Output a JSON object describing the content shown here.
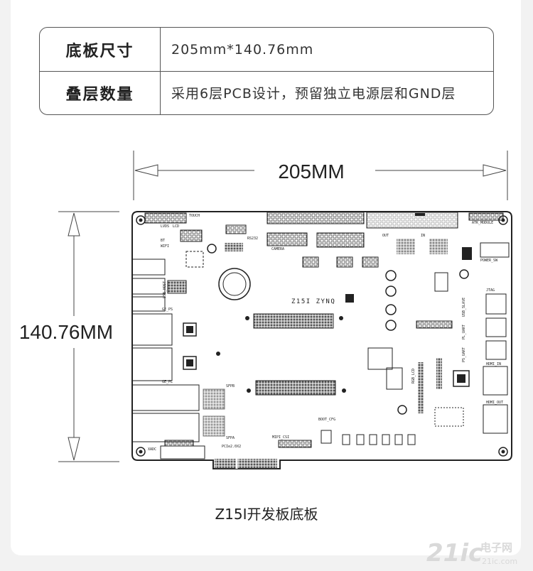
{
  "spec_table": {
    "rows": [
      {
        "label": "底板尺寸",
        "value": "205mm*140.76mm"
      },
      {
        "label": "叠层数量",
        "value": "采用6层PCB设计，预留独立电源层和GND层"
      }
    ]
  },
  "diagram": {
    "width_label": "205MM",
    "height_label": "140.76MM",
    "caption": "Z15I开发板底板"
  },
  "board_labels": {
    "title": "Z15I ZYNQ",
    "touch": "TOUCH",
    "lvds": "LVDS",
    "lcd": "LCD",
    "bt": "BT",
    "wifi": "WIFI",
    "rs232": "RS232",
    "camera": "CAMERA",
    "usb_host": "USB_HOST",
    "ge_ps": "GE_PS",
    "ge_pl": "GE_PL",
    "sfpb": "SFPB",
    "sfpa": "SFPA",
    "pcie": "PCIe2.0X2",
    "xadc": "XADC",
    "mipi_csi": "MIPI_CSI",
    "boot_cfg": "BOOT_CFG",
    "atk_module": "ATK_MODULE",
    "power_sw": "POWER_SW",
    "jtag": "JTAG",
    "usb_slave": "USB_SLAVE",
    "pl_uart": "PL_UART",
    "ps_uart": "PS_UART",
    "hdmi_in": "HDMI_IN",
    "hdmi_out": "HDMI_OUT",
    "rgb_lcd": "RGB_LCD",
    "out": "OUT",
    "in": "IN"
  },
  "watermark": {
    "brand": "21ic",
    "text1": "电子网",
    "text2": "21ic.com"
  },
  "colors": {
    "line": "#555555",
    "text": "#222222",
    "board_stroke": "#222222",
    "card_bg": "#ffffff",
    "page_bg": "#f2f2f2",
    "watermark": "#d9d9d9"
  }
}
